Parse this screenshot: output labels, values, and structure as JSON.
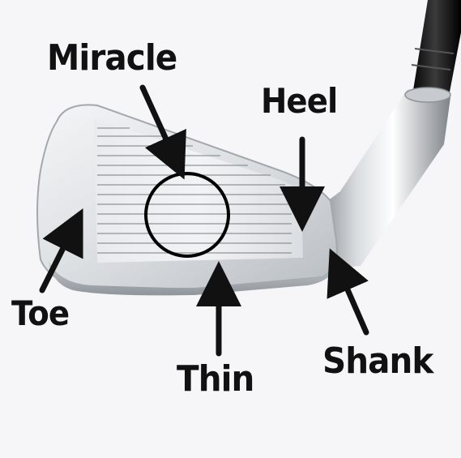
{
  "labels": {
    "miracle": "Miracle",
    "heel": "Heel",
    "toe": "Toe",
    "thin": "Thin",
    "shank": "Shank"
  },
  "colors": {
    "background": "#f6f6f8",
    "label": "#111111",
    "arrow": "#111111",
    "steel_light": "#eef0f2",
    "steel_dark": "#9aa0a6"
  },
  "icons": {
    "club": "golf-iron-club-icon",
    "target": "sweet-spot-circle-icon"
  }
}
